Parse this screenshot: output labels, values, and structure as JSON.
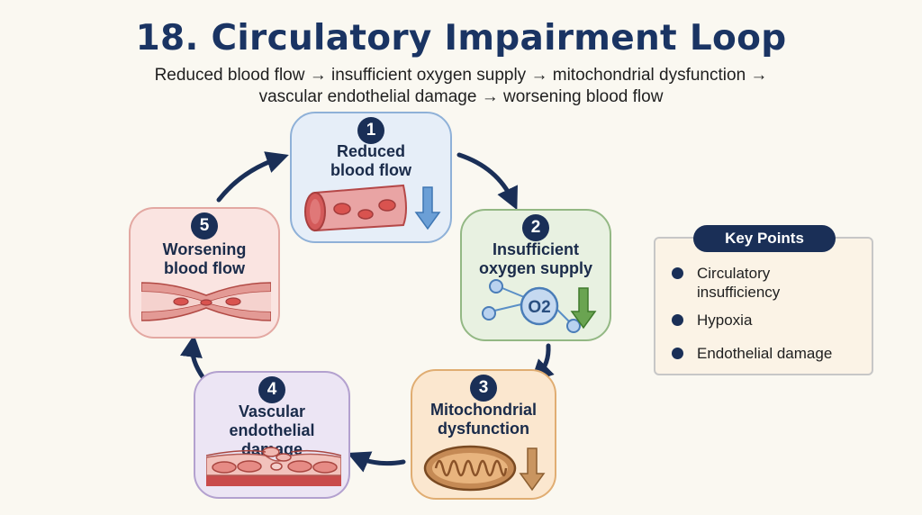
{
  "title": "18. Circulatory Impairment Loop",
  "subtitle_line1": "Reduced blood flow → insufficient oxygen supply → mitochondrial dysfunction →",
  "subtitle_line2": "vascular endothelial damage → worsening blood flow",
  "steps": [
    {
      "number": "1",
      "line1": "Reduced",
      "line2": "blood flow"
    },
    {
      "number": "2",
      "line1": "Insufficient",
      "line2": "oxygen supply"
    },
    {
      "number": "3",
      "line1": "Mitochondrial",
      "line2": "dysfunction"
    },
    {
      "number": "4",
      "line1": "Vascular",
      "line2": "endothelial damage"
    },
    {
      "number": "5",
      "line1": "Worsening",
      "line2": "blood flow"
    }
  ],
  "o2_label": "O2",
  "key_points": {
    "heading": "Key Points",
    "items": [
      {
        "line1": "Circulatory",
        "line2": "insufficiency"
      },
      {
        "line1": "Hypoxia",
        "line2": ""
      },
      {
        "line1": "Endothelial damage",
        "line2": ""
      }
    ]
  },
  "colors": {
    "navy": "#1a2f57",
    "step1": "#e6eef8",
    "step2": "#e8f1e1",
    "step3": "#fbe7cf",
    "step4": "#ece5f4",
    "step5": "#fae4e1"
  }
}
